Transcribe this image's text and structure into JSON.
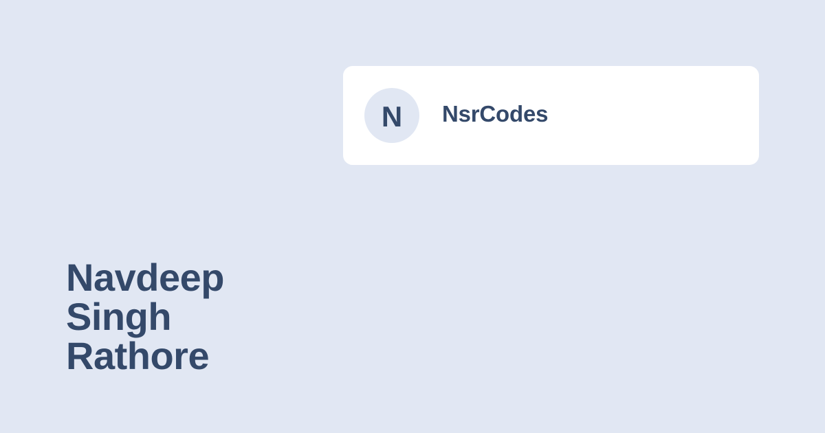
{
  "card": {
    "avatar_initial": "N",
    "brand_name": "NsrCodes"
  },
  "author": {
    "name_lines": [
      "Navdeep",
      "Singh",
      "Rathore"
    ]
  },
  "colors": {
    "background": "#e1e7f3",
    "card": "#ffffff",
    "text": "#34496a"
  }
}
